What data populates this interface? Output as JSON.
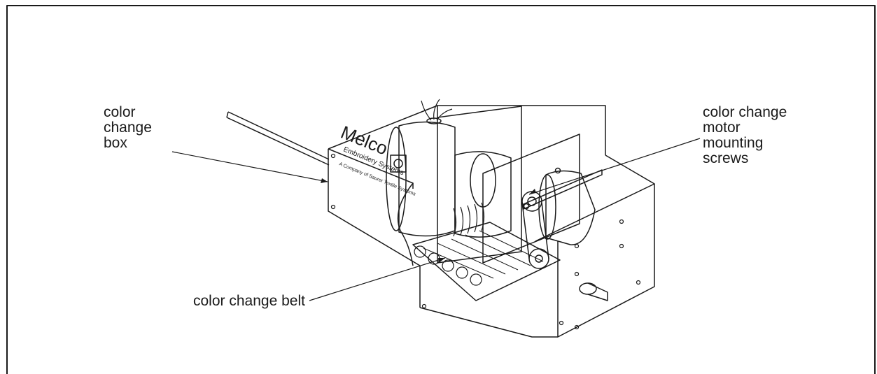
{
  "labels": {
    "box": [
      "color",
      "change",
      "box"
    ],
    "screws": [
      "color change",
      "motor",
      "mounting",
      "screws"
    ],
    "belt": "color change belt"
  },
  "logo": {
    "brand": "Melco",
    "line1": "Embroidery Systems",
    "line2": "A Company of Saurer Textile Systems"
  },
  "colors": {
    "line": "#1a1a1a",
    "background": "#ffffff"
  }
}
